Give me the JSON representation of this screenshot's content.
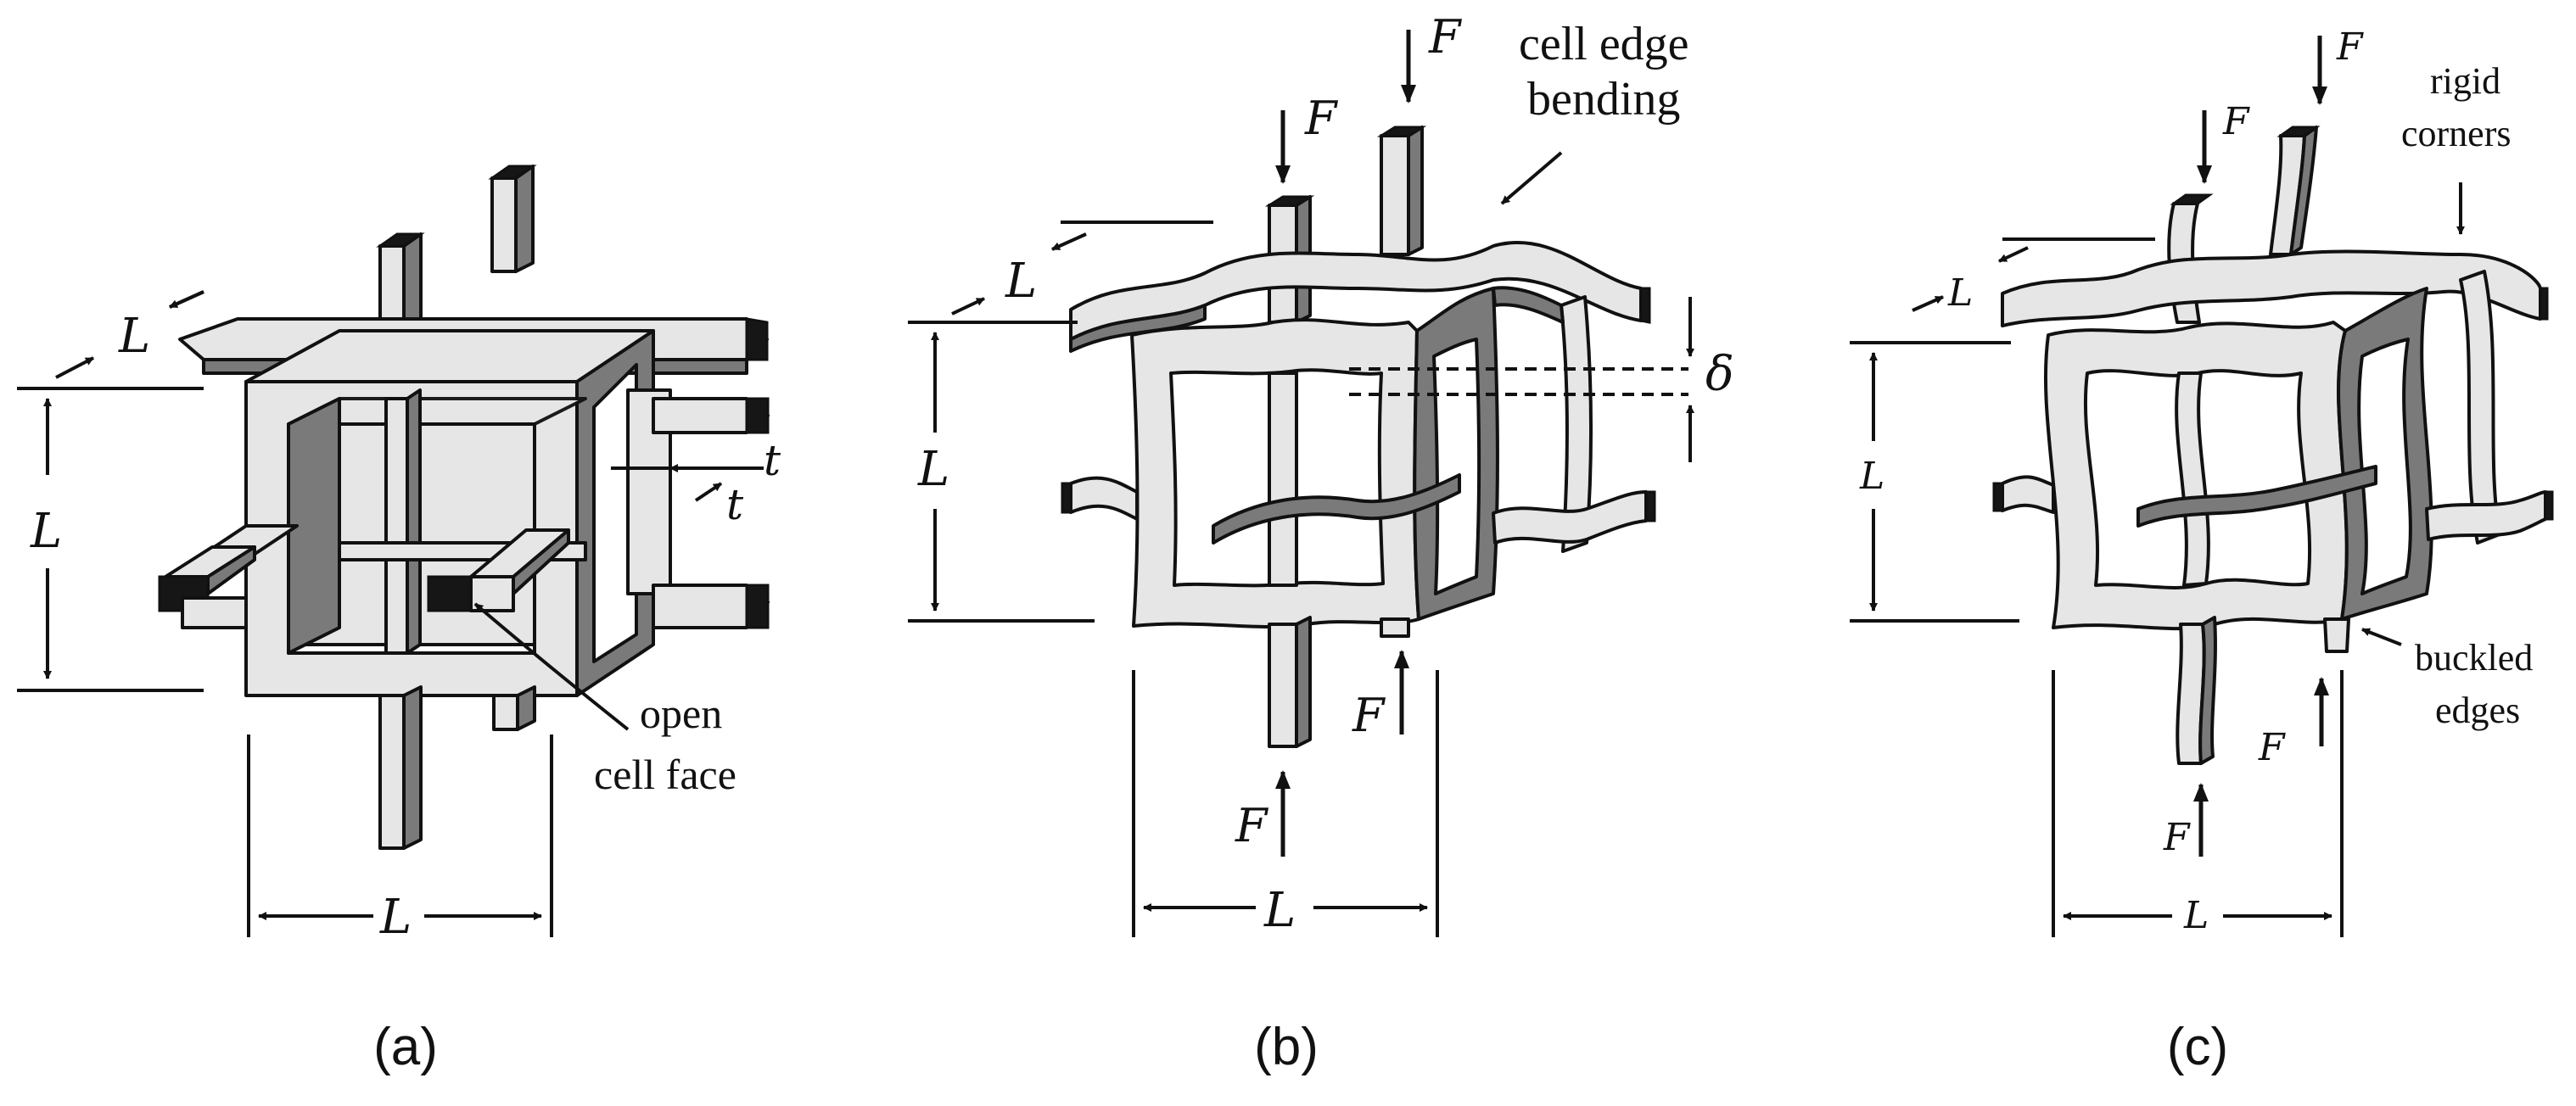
{
  "panels": [
    {
      "id": "a",
      "caption": "(a)",
      "labels": {
        "L_top": "L",
        "L_left": "L",
        "L_bottom": "L",
        "t_upper": "t",
        "t_lower": "t",
        "open_cell_face_line1": "open",
        "open_cell_face_line2": "cell face"
      }
    },
    {
      "id": "b",
      "caption": "(b)",
      "labels": {
        "F_top_left": "F",
        "F_top_right": "F",
        "F_bottom_left": "F",
        "F_bottom_right": "F",
        "cell_edge_bending_line1": "cell edge",
        "cell_edge_bending_line2": "bending",
        "L_top": "L",
        "L_left": "L",
        "L_bottom": "L",
        "delta": "δ"
      }
    },
    {
      "id": "c",
      "caption": "(c)",
      "labels": {
        "F_top_left": "F",
        "F_top_right": "F",
        "F_bottom_left": "F",
        "F_bottom_right": "F",
        "rigid_corners_line1": "rigid",
        "rigid_corners_line2": "corners",
        "buckled_edges_line1": "buckled",
        "buckled_edges_line2": "edges",
        "L_top": "L",
        "L_left": "L",
        "L_bottom": "L"
      }
    }
  ],
  "colors": {
    "strut_face": "#e6e6e6",
    "strut_shadow": "#7a7a7a",
    "strut_end": "#161616",
    "line": "#111111",
    "background": "#ffffff"
  }
}
